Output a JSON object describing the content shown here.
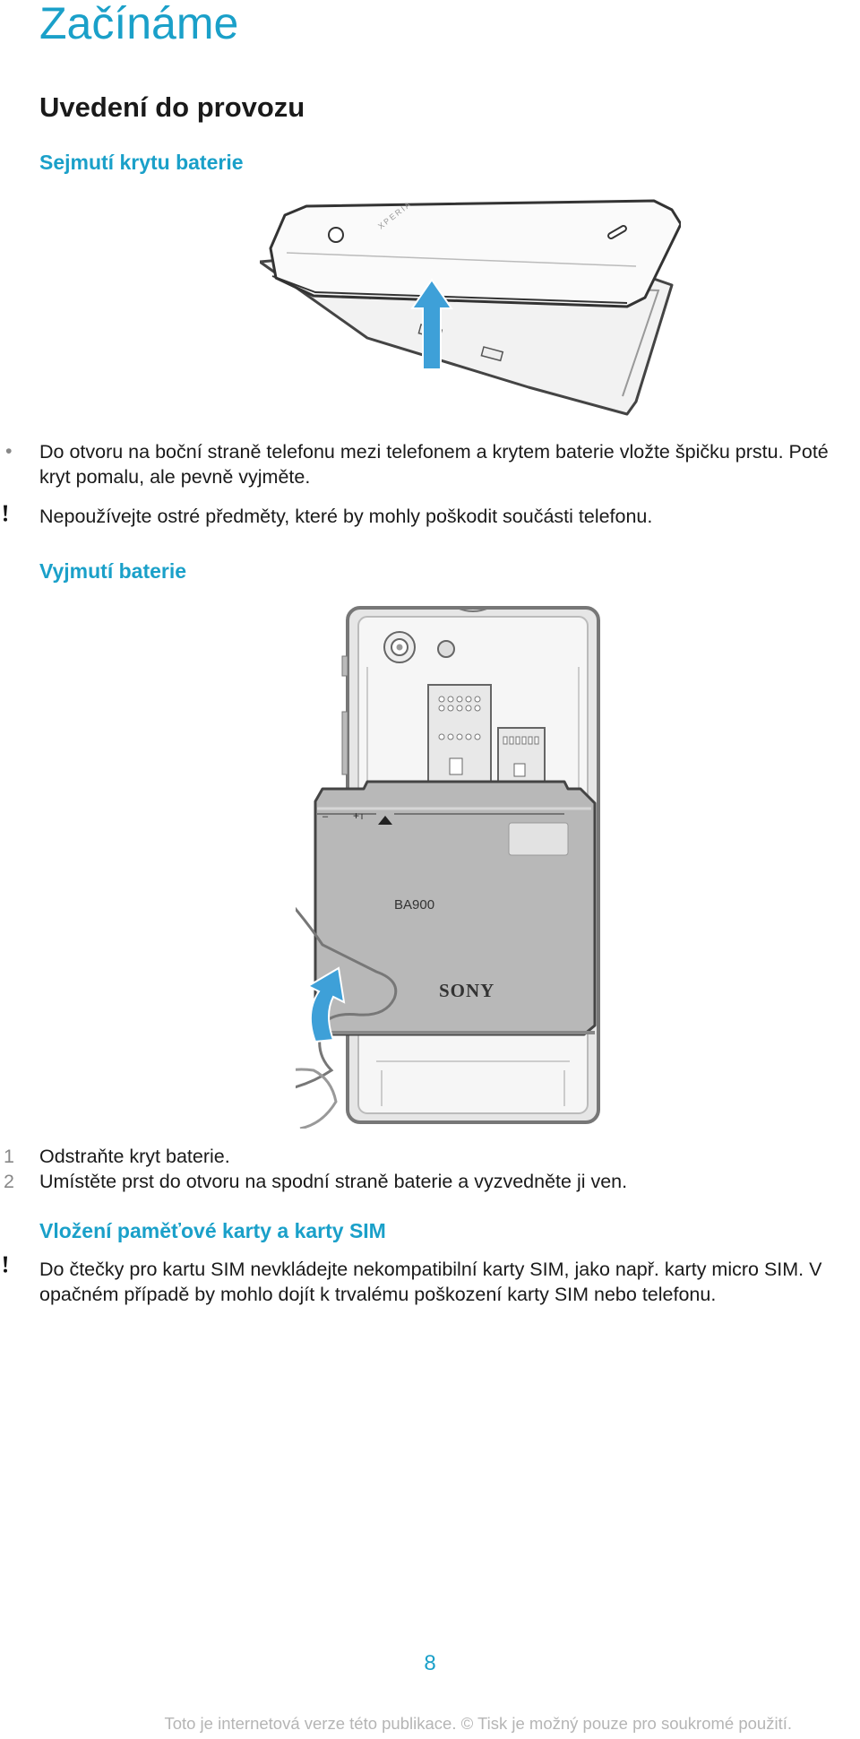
{
  "page": {
    "title": "Začínáme",
    "section": "Uvedení do provozu",
    "page_number": "8",
    "footer": "Toto je internetová verze této publikace. © Tisk je možný pouze pro soukromé použití."
  },
  "cover": {
    "heading": "Sejmutí krytu baterie",
    "phone_brand": "XPERIA",
    "bullet": "Do otvoru na boční straně telefonu mezi telefonem a krytem baterie vložte špičku prstu. Poté kryt pomalu, ale pevně vyjměte.",
    "warning": "Nepoužívejte ostré předměty, které by mohly poškodit součásti telefonu."
  },
  "battery": {
    "heading": "Vyjmutí baterie",
    "model": "BA900",
    "brand": "SONY",
    "minus": "–",
    "plus": "+",
    "steps": [
      {
        "num": "1",
        "text": "Odstraňte kryt baterie."
      },
      {
        "num": "2",
        "text": "Umístěte prst do otvoru na spodní straně baterie a vyzvedněte ji ven."
      }
    ]
  },
  "sim": {
    "heading": "Vložení paměťové karty a karty SIM",
    "warning": "Do čtečky pro kartu SIM nevkládejte nekompatibilní karty SIM, jako např. karty micro SIM. V opačném případě by mohlo dojít k trvalému poškození karty SIM nebo telefonu."
  },
  "colors": {
    "accent": "#1aa0c9",
    "arrow": "#3ea0d8",
    "text": "#1a1a1a"
  },
  "icons": {
    "bullet": "•",
    "warning": "exclamation-icon"
  }
}
